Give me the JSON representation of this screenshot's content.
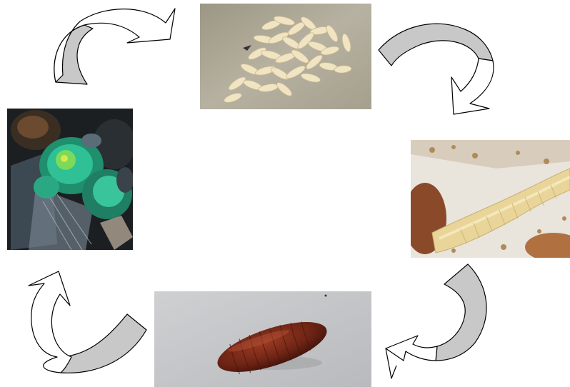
{
  "diagram": {
    "stages": [
      {
        "id": "eggs",
        "icon": "eggs-cluster-photo"
      },
      {
        "id": "larva",
        "icon": "larva-maggot-photo"
      },
      {
        "id": "pupa",
        "icon": "pupa-puparium-photo"
      },
      {
        "id": "adult",
        "icon": "adult-blowfly-photo"
      }
    ],
    "arrows": [
      {
        "from": "eggs",
        "to": "larva"
      },
      {
        "from": "larva",
        "to": "pupa"
      },
      {
        "from": "pupa",
        "to": "adult"
      },
      {
        "from": "adult",
        "to": "eggs"
      }
    ],
    "colors": {
      "background": "#ffffff",
      "arrow_fill": "#c8c8c8",
      "arrow_stroke": "#000000",
      "egg": "#efe3c0",
      "larva": "#e8d49a",
      "pupa": "#6e2415",
      "fly_body": "#2fb58a"
    }
  }
}
